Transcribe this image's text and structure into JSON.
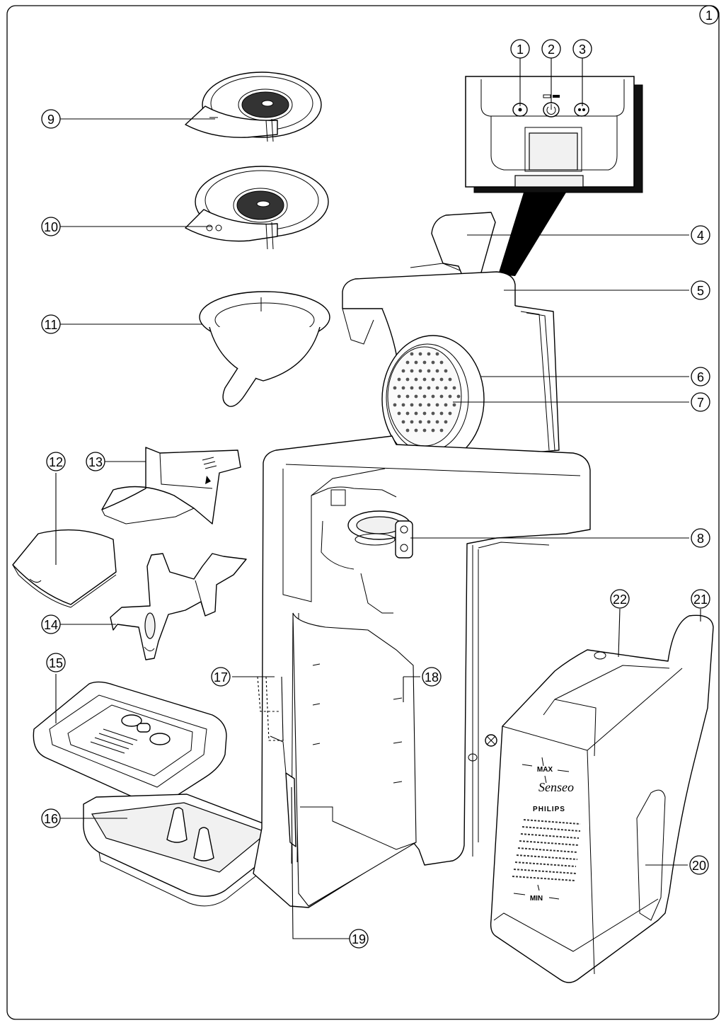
{
  "figure": {
    "page_number": "1",
    "callouts": [
      "1",
      "2",
      "3",
      "4",
      "5",
      "6",
      "7",
      "8",
      "9",
      "10",
      "11",
      "12",
      "13",
      "14",
      "15",
      "16",
      "17",
      "18",
      "19",
      "20",
      "21",
      "22"
    ]
  },
  "water_tank": {
    "max_mark": "MAX",
    "min_mark": "MIN",
    "brand_logo": "Senseo",
    "maker_logo": "PHILIPS"
  },
  "icons": {
    "button_1": "one-cup-icon",
    "button_2": "power-icon",
    "button_3": "two-cups-icon"
  }
}
